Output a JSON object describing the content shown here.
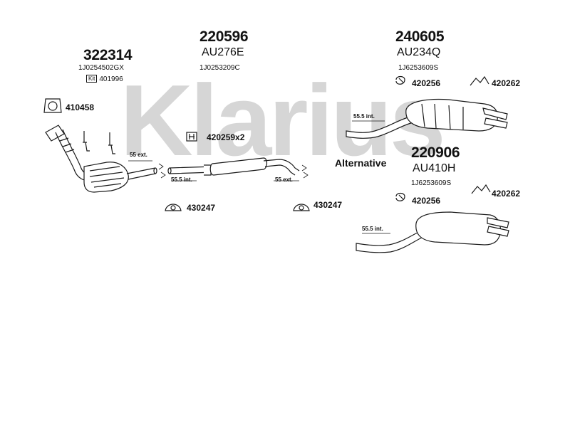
{
  "watermark": "Klarius",
  "groups": {
    "front": {
      "part_no": "322314",
      "oem": "1J0254502GX",
      "kit_tag": "Kit",
      "kit_no": "401996"
    },
    "middle": {
      "part_no": "220596",
      "ref": "AU276E",
      "oem": "1J0253209C"
    },
    "rear": {
      "part_no": "240605",
      "ref": "AU234Q",
      "oem": "1J6253609S"
    },
    "rear_alt": {
      "alternative_label": "Alternative",
      "part_no": "220906",
      "ref": "AU410H",
      "oem": "1J6253609S"
    }
  },
  "accessories": {
    "gasket": "410458",
    "clamp": "420259x2",
    "rubber_mount_1": "430247",
    "rubber_mount_2": "430247",
    "rear_clamp": "420256",
    "rear_hanger": "420262",
    "alt_clamp": "420256",
    "alt_hanger": "420262"
  },
  "dimensions": {
    "front_ext": "55 ext.",
    "middle_int": "55.5 int.",
    "middle_ext": "55 ext.",
    "rear_int": "55.5 int.",
    "alt_int": "55.5 int."
  },
  "colors": {
    "line": "#1a1a1a",
    "fill": "#ffffff",
    "watermark": "#d6d6d6"
  }
}
